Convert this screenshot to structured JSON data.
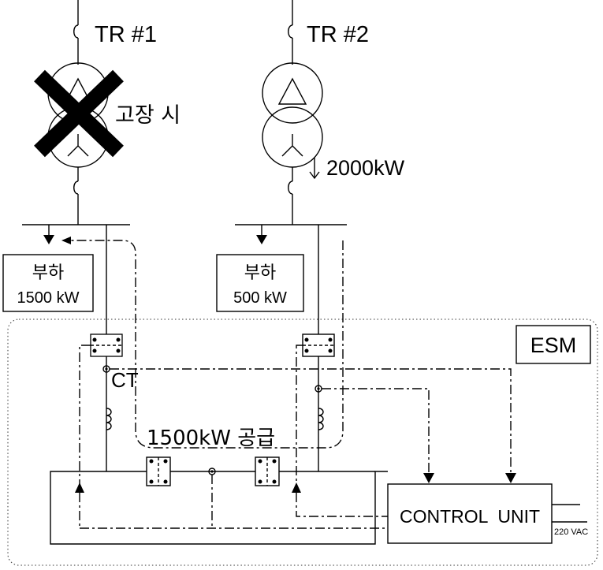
{
  "transformers": {
    "tr1_label": "TR #1",
    "tr2_label": "TR #2",
    "fault_label": "고장 시",
    "tr2_power": "2000kW"
  },
  "loads": {
    "load1_title": "부하",
    "load1_value": "1500 kW",
    "load2_title": "부하",
    "load2_value": "500 kW"
  },
  "esm": {
    "label": "ESM",
    "ct_label": "CT",
    "supply_label": "1500kW 공급",
    "control_unit": "CONTROL  UNIT",
    "voltage": "220 VAC"
  }
}
